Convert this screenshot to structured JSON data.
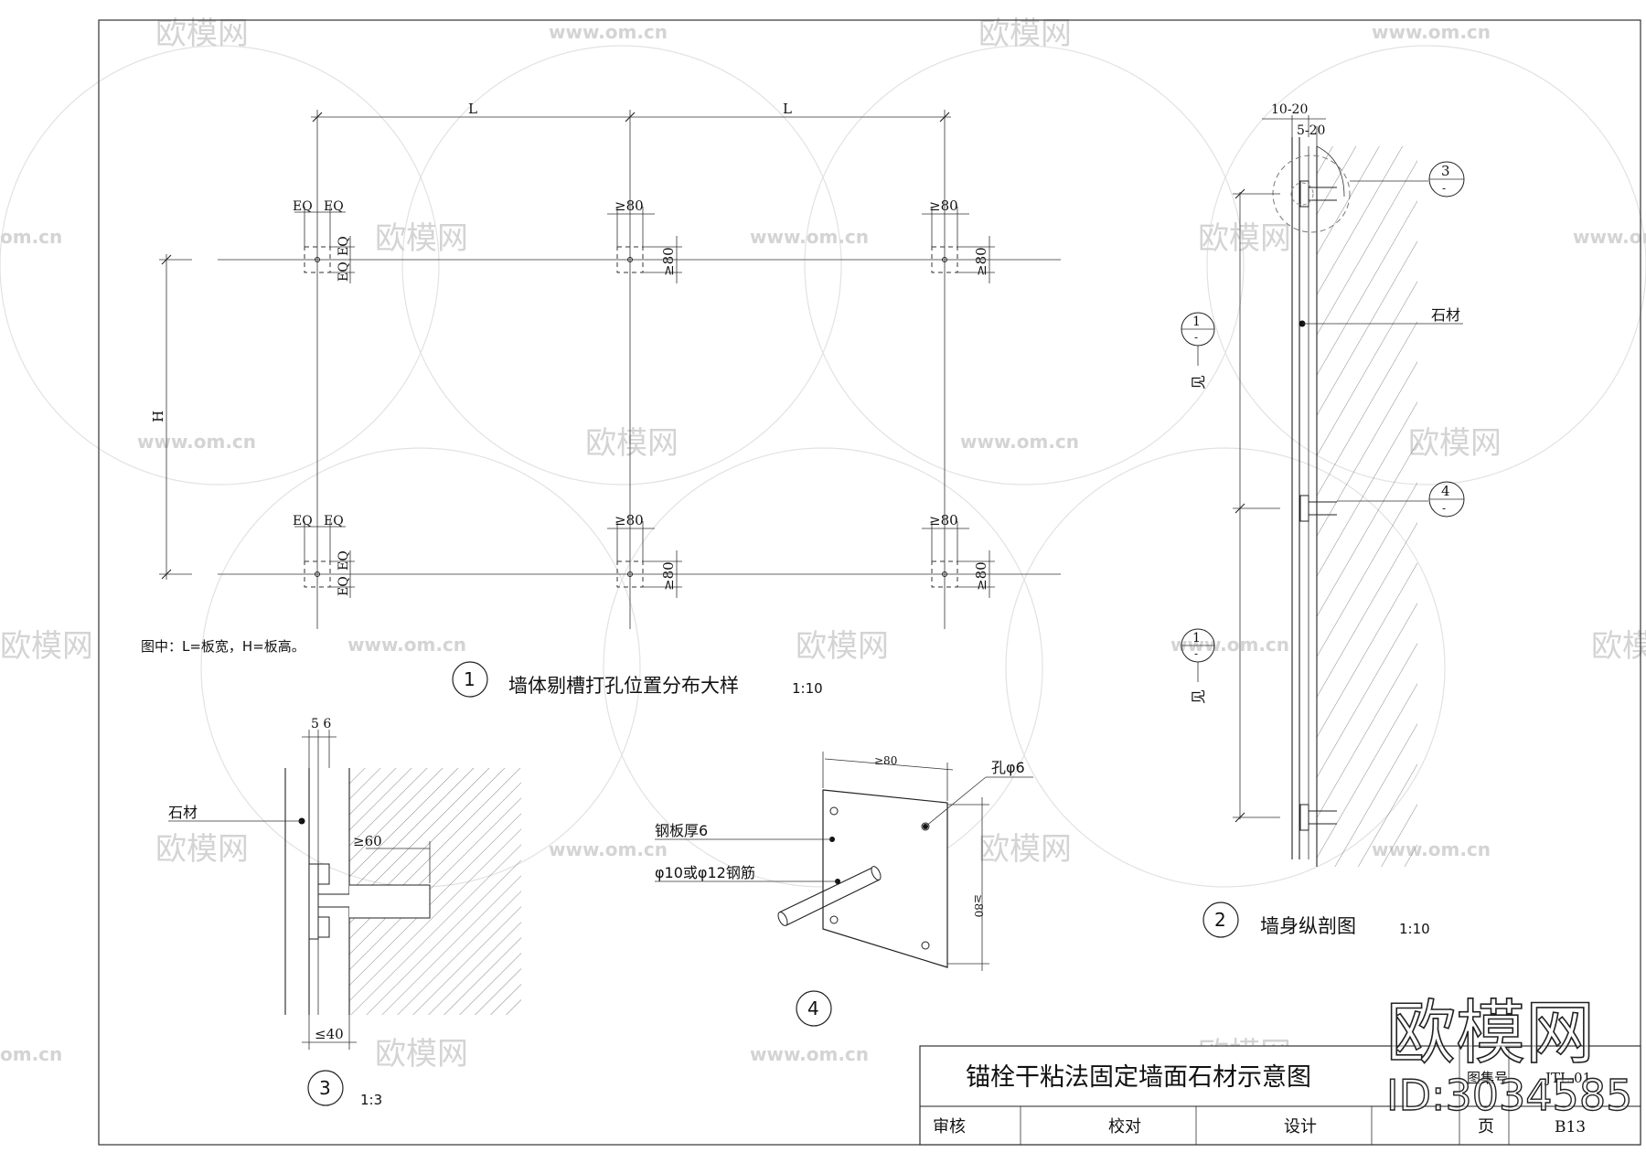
{
  "watermark": {
    "logo_text": "欧模网",
    "url_text": "www.om.cn",
    "url_short": "om.cn",
    "big_logo": "欧模网",
    "id_text": "ID:3034585"
  },
  "detail1": {
    "dim_L": "L",
    "dim_H": "H",
    "eq": "EQ",
    "ge80": "≥80",
    "note": "图中：L=板宽，H=板高。",
    "number": "1",
    "title": "墙体剔槽打孔位置分布大样",
    "scale": "1:10"
  },
  "detail2": {
    "dim_top1": "10-20",
    "dim_top2": "5-20",
    "ref3": "3",
    "ref4": "4",
    "ref1": "1",
    "ref_dash": "-",
    "jian": "见",
    "stone": "石材",
    "number": "2",
    "title": "墙身纵剖图",
    "scale": "1:10"
  },
  "detail3": {
    "dim_56": "5 6",
    "stone": "石材",
    "ge60": "≥60",
    "le40": "≤40",
    "number": "3",
    "scale": "1:3"
  },
  "detail4": {
    "ge80_top": "≥80",
    "ge80_side": "≥80",
    "hole": "孔φ6",
    "plate": "钢板厚6",
    "rebar": "φ10或φ12钢筋",
    "number": "4"
  },
  "titleblock": {
    "title": "锚栓干粘法固定墙面石材示意图",
    "atlas_label": "图集号",
    "atlas_no": "JTL-01",
    "review": "审核",
    "check": "校对",
    "design": "设计",
    "page_label": "页",
    "page_no": "B13"
  }
}
